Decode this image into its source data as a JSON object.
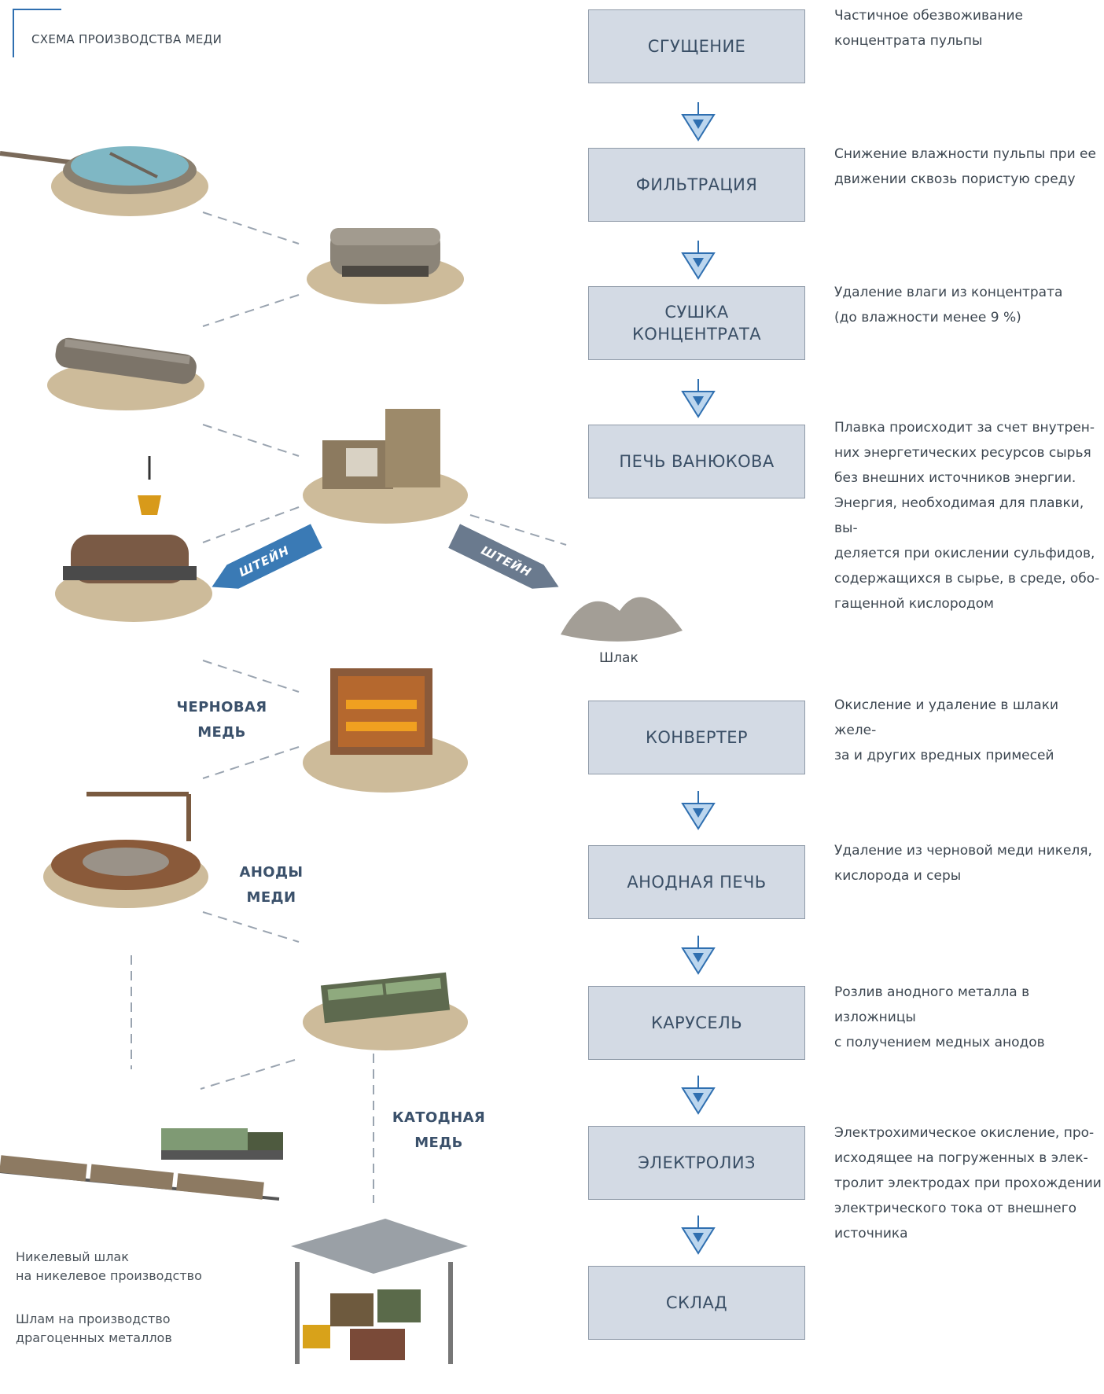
{
  "header": {
    "title": "СХЕМА ПРОИЗВОДСТВА МЕДИ"
  },
  "steps": [
    {
      "label": "СГУЩЕНИЕ",
      "description": "Частичное обезвоживание\nконцентрата пульпы"
    },
    {
      "label": "ФИЛЬТРАЦИЯ",
      "description": "Снижение влажности пульпы при ее\nдвижении сквозь пористую среду"
    },
    {
      "label": "СУШКА\nКОНЦЕНТРАТА",
      "description": "Удаление влаги из концентрата\n(до влажности менее 9 %)"
    },
    {
      "label": "ПЕЧЬ ВАНЮКОВА",
      "description": "Плавка происходит за счет внутрен-\nних энергетических ресурсов сырья\nбез внешних источников энергии.\nЭнергия, необходимая для плавки, вы-\nделяется при окислении сульфидов,\nсодержащихся в сырье, в среде, обо-\nгащенной кислородом"
    },
    {
      "label": "КОНВЕРТЕР",
      "description": "Окисление и удаление в шлаки желе-\nза и других вредных примесей"
    },
    {
      "label": "АНОДНАЯ ПЕЧЬ",
      "description": "Удаление из черновой меди никеля,\nкислорода и серы"
    },
    {
      "label": "КАРУСЕЛЬ",
      "description": "Розлив анодного металла в изложницы\nс получением медных анодов"
    },
    {
      "label": "ЭЛЕКТРОЛИЗ",
      "description": "Электрохимическое окисление, про-\nисходящее на погруженных в элек-\nтролит электродах при прохождении\nэлектрического тока от внешнего\nисточника"
    },
    {
      "label": "СКЛАД",
      "description": ""
    }
  ],
  "flow_labels": {
    "shtein_left": "ШТЕЙН",
    "shtein_right": "ШТЕЙН",
    "slag": "Шлак"
  },
  "side_labels": {
    "blister_copper": "ЧЕРНОВАЯ\nМЕДЬ",
    "copper_anodes": "АНОДЫ\nМЕДИ",
    "cathode_copper": "КАТОДНАЯ\nМЕДЬ"
  },
  "notes": {
    "nickel_slag": "Никелевый шлак\nна никелевое производство",
    "sludge": "Шлам на производство\nдрагоценных металлов"
  },
  "colors": {
    "box_fill": "#d3dae4",
    "arrow_blue": "#2f6fb0",
    "arrow_light": "#bcd6ee",
    "shtein_left": "#3a7ab5",
    "shtein_right": "#6a7a8e",
    "label_dark": "#3b516b"
  },
  "icons": [
    "thickener-tank",
    "drum-filter",
    "rotary-dryer",
    "vanyukov-furnace",
    "converter-ladle",
    "anode-furnace",
    "casting-carousel",
    "electrolysis-baths",
    "slag-heap",
    "nickel-slag-rail-truck",
    "copper-warehouse"
  ]
}
